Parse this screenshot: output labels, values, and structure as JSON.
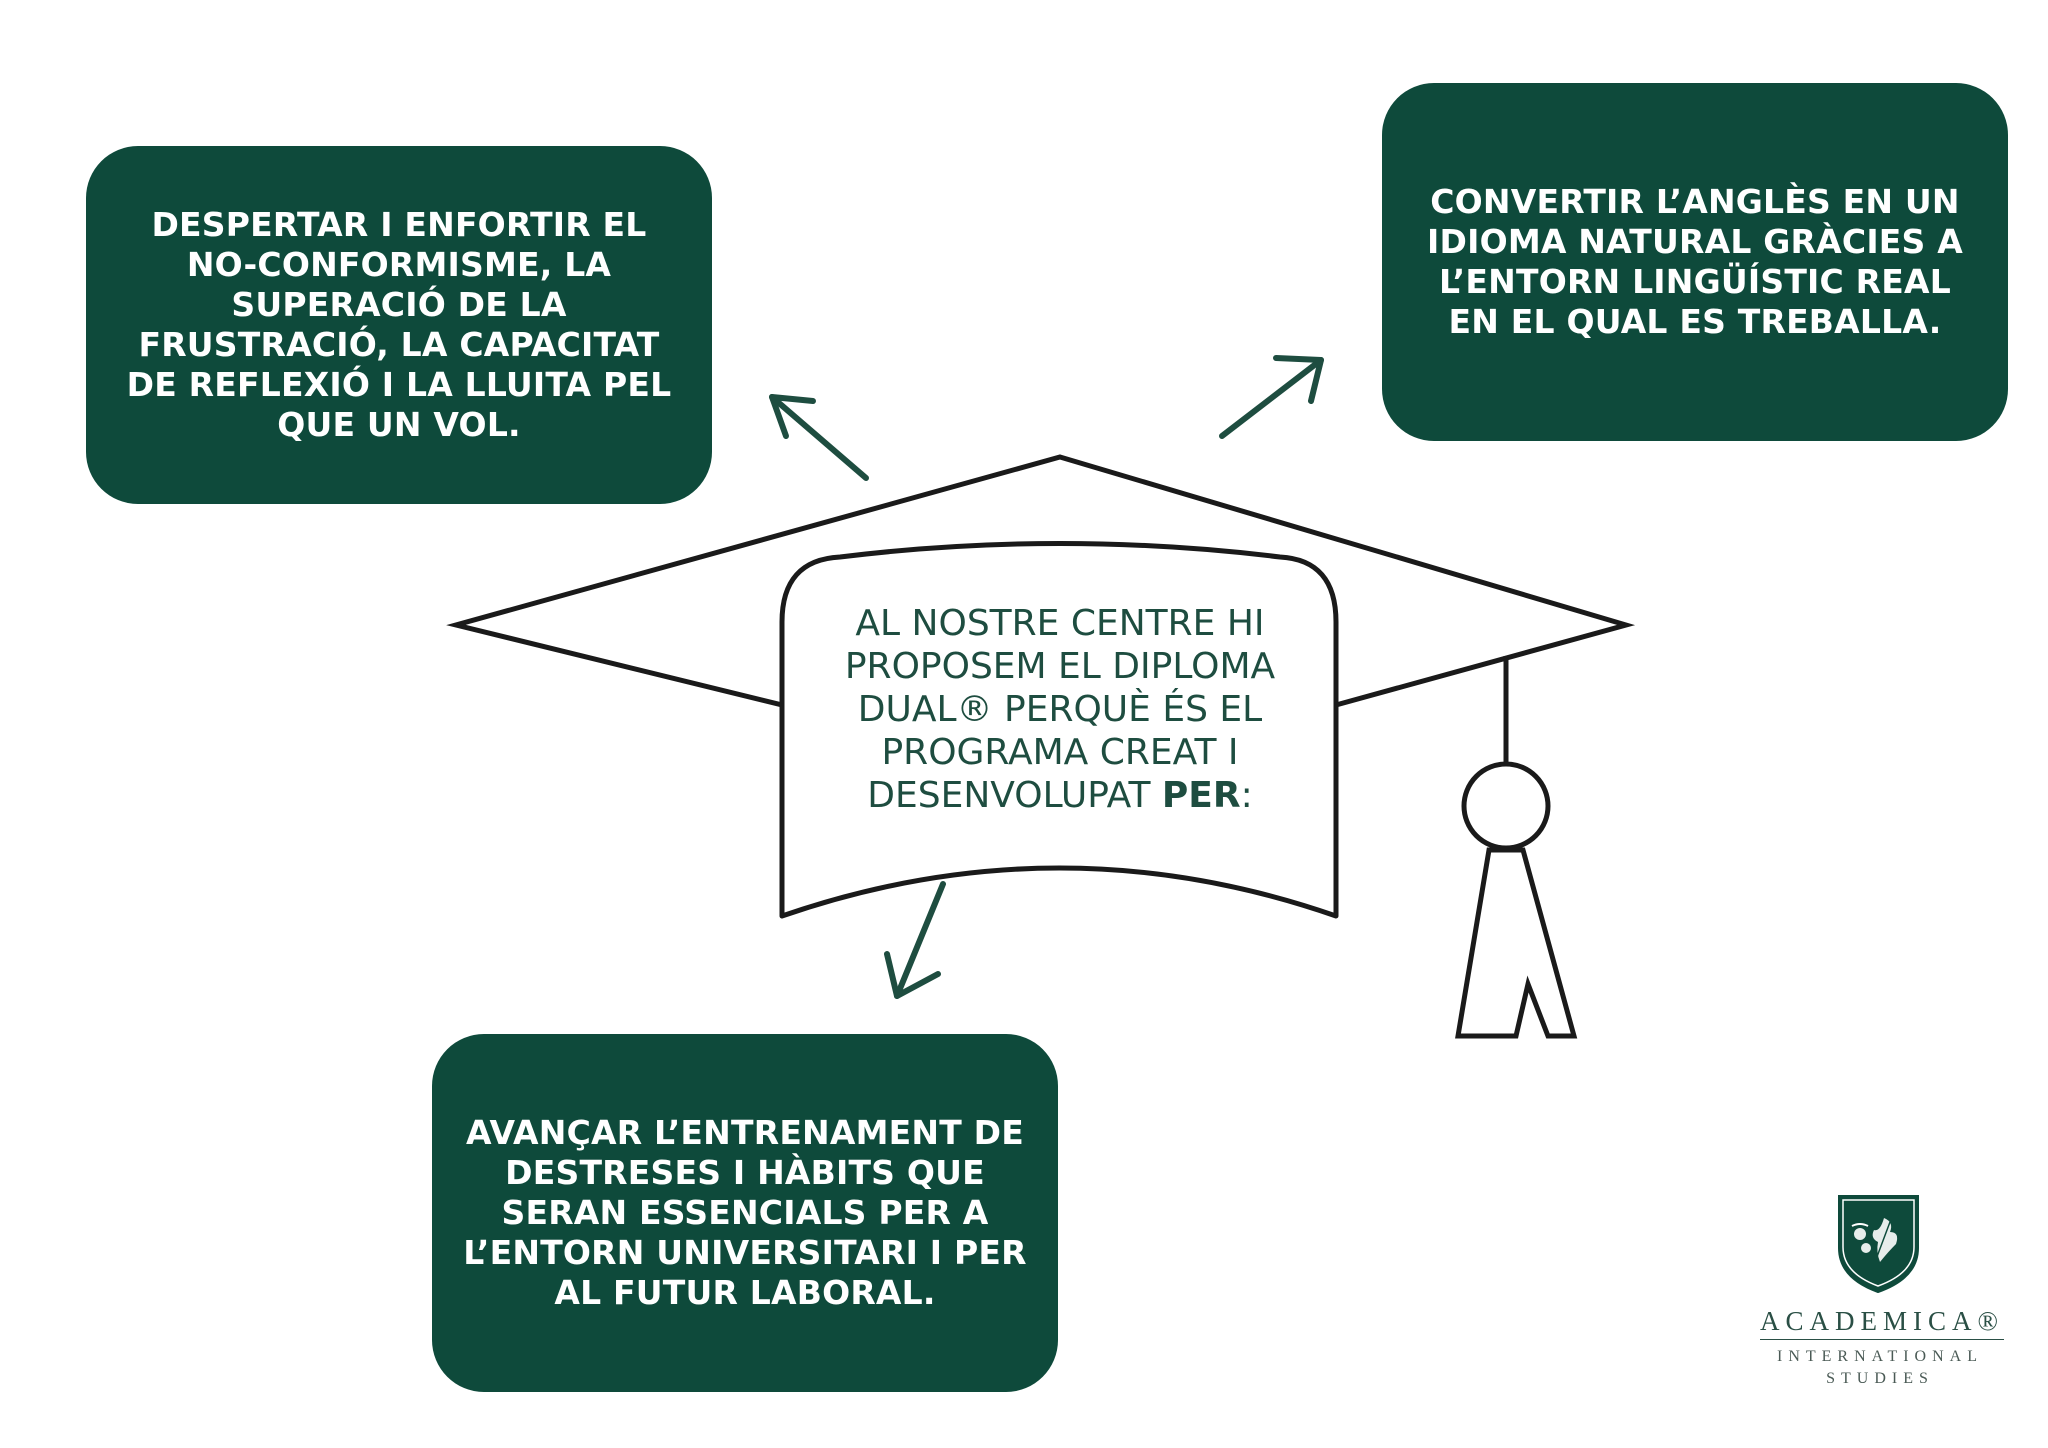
{
  "boxes": {
    "top_left": "DESPERTAR I ENFORTIR EL NO-CONFORMISME, LA SUPERACIÓ DE LA FRUSTRACIÓ, LA CAPACITAT DE REFLEXIÓ I LA LLUITA PEL QUE UN VOL.",
    "top_right": "CONVERTIR L’ANGLÈS EN UN IDIOMA NATURAL GRÀCIES A L’ENTORN LINGÜÍSTIC REAL EN EL QUAL ES TREBALLA.",
    "bottom": "AVANÇAR L’ENTRENAMENT DE DESTRESES I HÀBITS QUE SERAN ESSENCIALS PER A L’ENTORN UNIVERSITARI I PER AL FUTUR LABORAL."
  },
  "center": {
    "text_main": "AL NOSTRE CENTRE HI PROPOSEM EL DIPLOMA DUAL® PERQUÈ ÉS EL PROGRAMA CREAT I DESENVOLUPAT ",
    "text_bold": "PER",
    "text_end": ":"
  },
  "logo": {
    "name": "ACADEMICA®",
    "sub1": "INTERNATIONAL",
    "sub2": "STUDIES"
  },
  "colors": {
    "box_green": "#0e4a3b",
    "text_green": "#1e4d40"
  }
}
